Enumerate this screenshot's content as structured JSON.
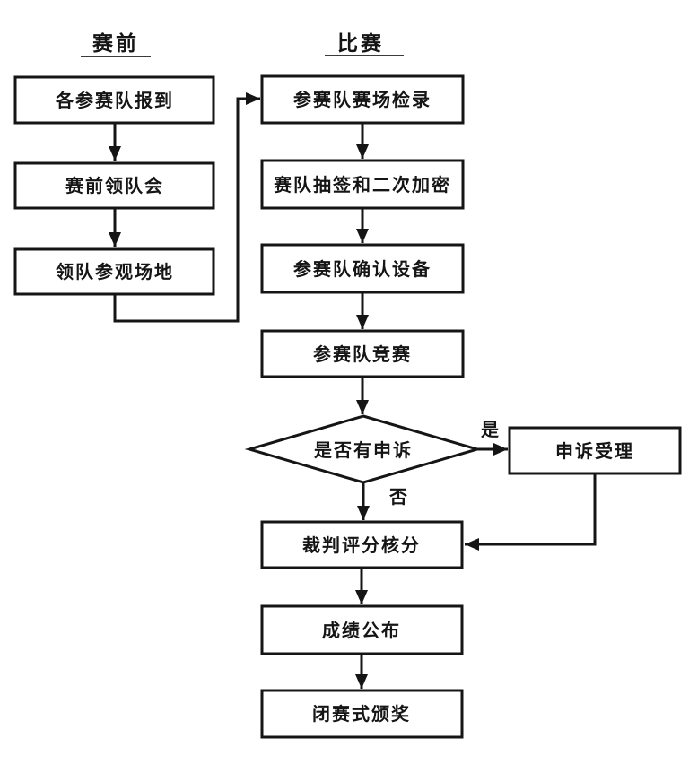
{
  "diagram": {
    "type": "flowchart",
    "phase_headers": {
      "pre_competition": "赛前",
      "competition": "比赛"
    },
    "nodes": {
      "register": "各参赛队报到",
      "leaders_meeting": "赛前领队会",
      "venue_visit": "领队参观场地",
      "checkin": "参赛队赛场检录",
      "draw_encrypt": "赛队抽签和二次加密",
      "confirm_equipment": "参赛队确认设备",
      "compete": "参赛队竞赛",
      "appeal_check": "是否有申诉",
      "appeal_handle": "申诉受理",
      "scoring": "裁判评分核分",
      "publish_results": "成绩公布",
      "closing_ceremony": "闭赛式颁奖"
    },
    "branch_labels": {
      "yes": "是",
      "no": "否"
    },
    "colors": {
      "line": "#151515",
      "node_fill": "#ffffff",
      "background": "#ffffff"
    }
  }
}
